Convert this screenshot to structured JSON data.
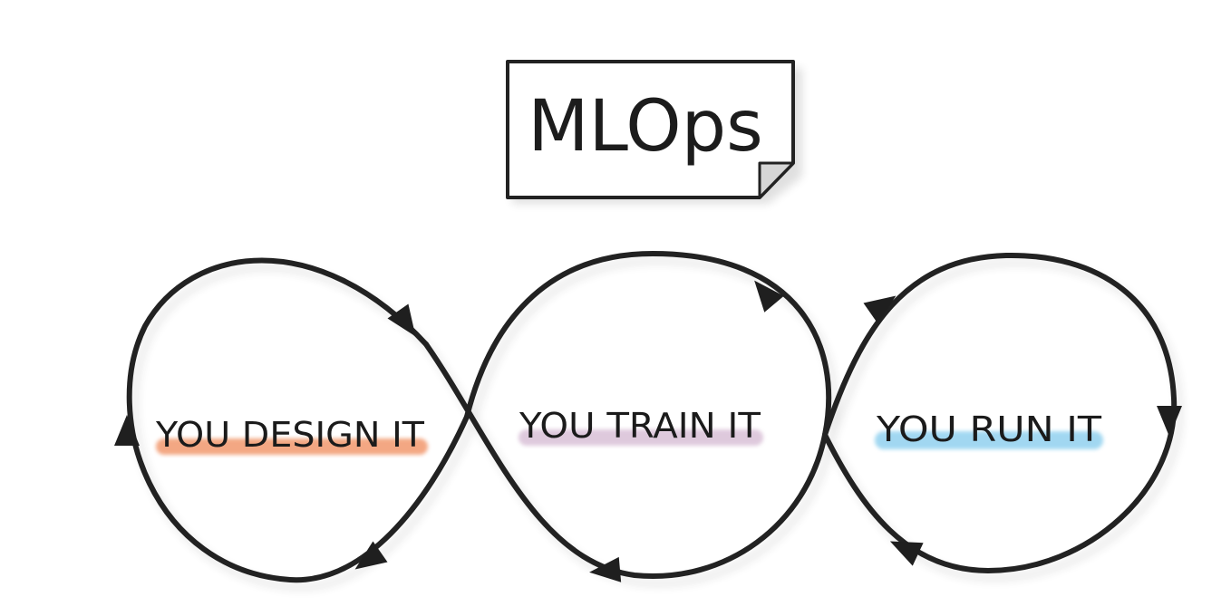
{
  "title": "MLOps",
  "stages": [
    {
      "label": "YOU DESIGN IT",
      "highlight": "#f08a5a"
    },
    {
      "label": "YOU TRAIN IT",
      "highlight": "#c9a6c6"
    },
    {
      "label": "YOU RUN IT",
      "highlight": "#6fc3ea"
    }
  ],
  "colors": {
    "stroke": "#222222",
    "note_fold": "#d6d6d6"
  }
}
